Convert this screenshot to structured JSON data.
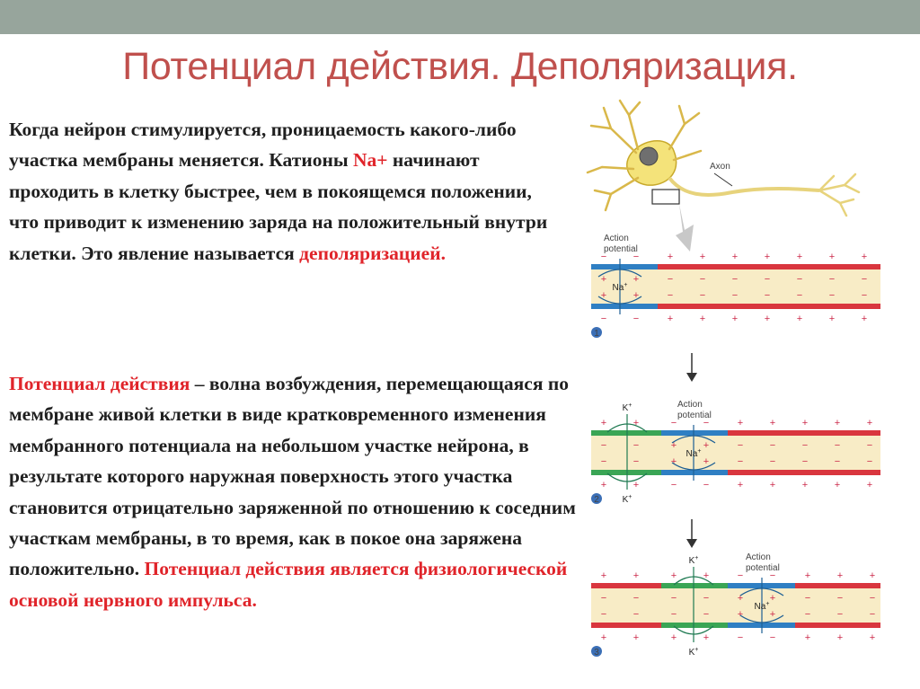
{
  "slide": {
    "title": "Потенциал действия. Деполяризация.",
    "p1": {
      "t1": "Когда нейрон стимулируется, проницаемость какого-либо участка мембраны меняется. Катионы ",
      "na": "Na+",
      "t2": " начинают проходить в клетку быстрее, чем в покоящемся положении, что приводит к изменению заряда на положительный внутри клетки. Это явление называется ",
      "term": "деполяризацией."
    },
    "p2": {
      "term": "Потенциал действия",
      "t1": " – волна возбуждения, перемещающаяся по мембране живой клетки в виде кратковременного изменения мембранного потенциала на небольшом участке нейрона, в результате которого наружная поверхность этого участка становится отрицательно заряженной по отношению к соседним участкам мембраны, в то время, как в покое она заряжена положительно. ",
      "conclusion": "Потенциал действия является физиологической основой нервного импульса."
    }
  },
  "diagram": {
    "axon_label": "Axon",
    "ap_label_line1": "Action",
    "ap_label_line2": "potential",
    "na_label": "Na",
    "k_label": "K",
    "ion_charge": "+",
    "plus_sign": "+",
    "minus_sign": "−",
    "steps": [
      "1",
      "2",
      "3"
    ],
    "colors": {
      "resting": "#d9363e",
      "depolarized": "#2f7fc3",
      "repolarized": "#3aa555",
      "axoplasm": "#f8ecc6"
    }
  }
}
